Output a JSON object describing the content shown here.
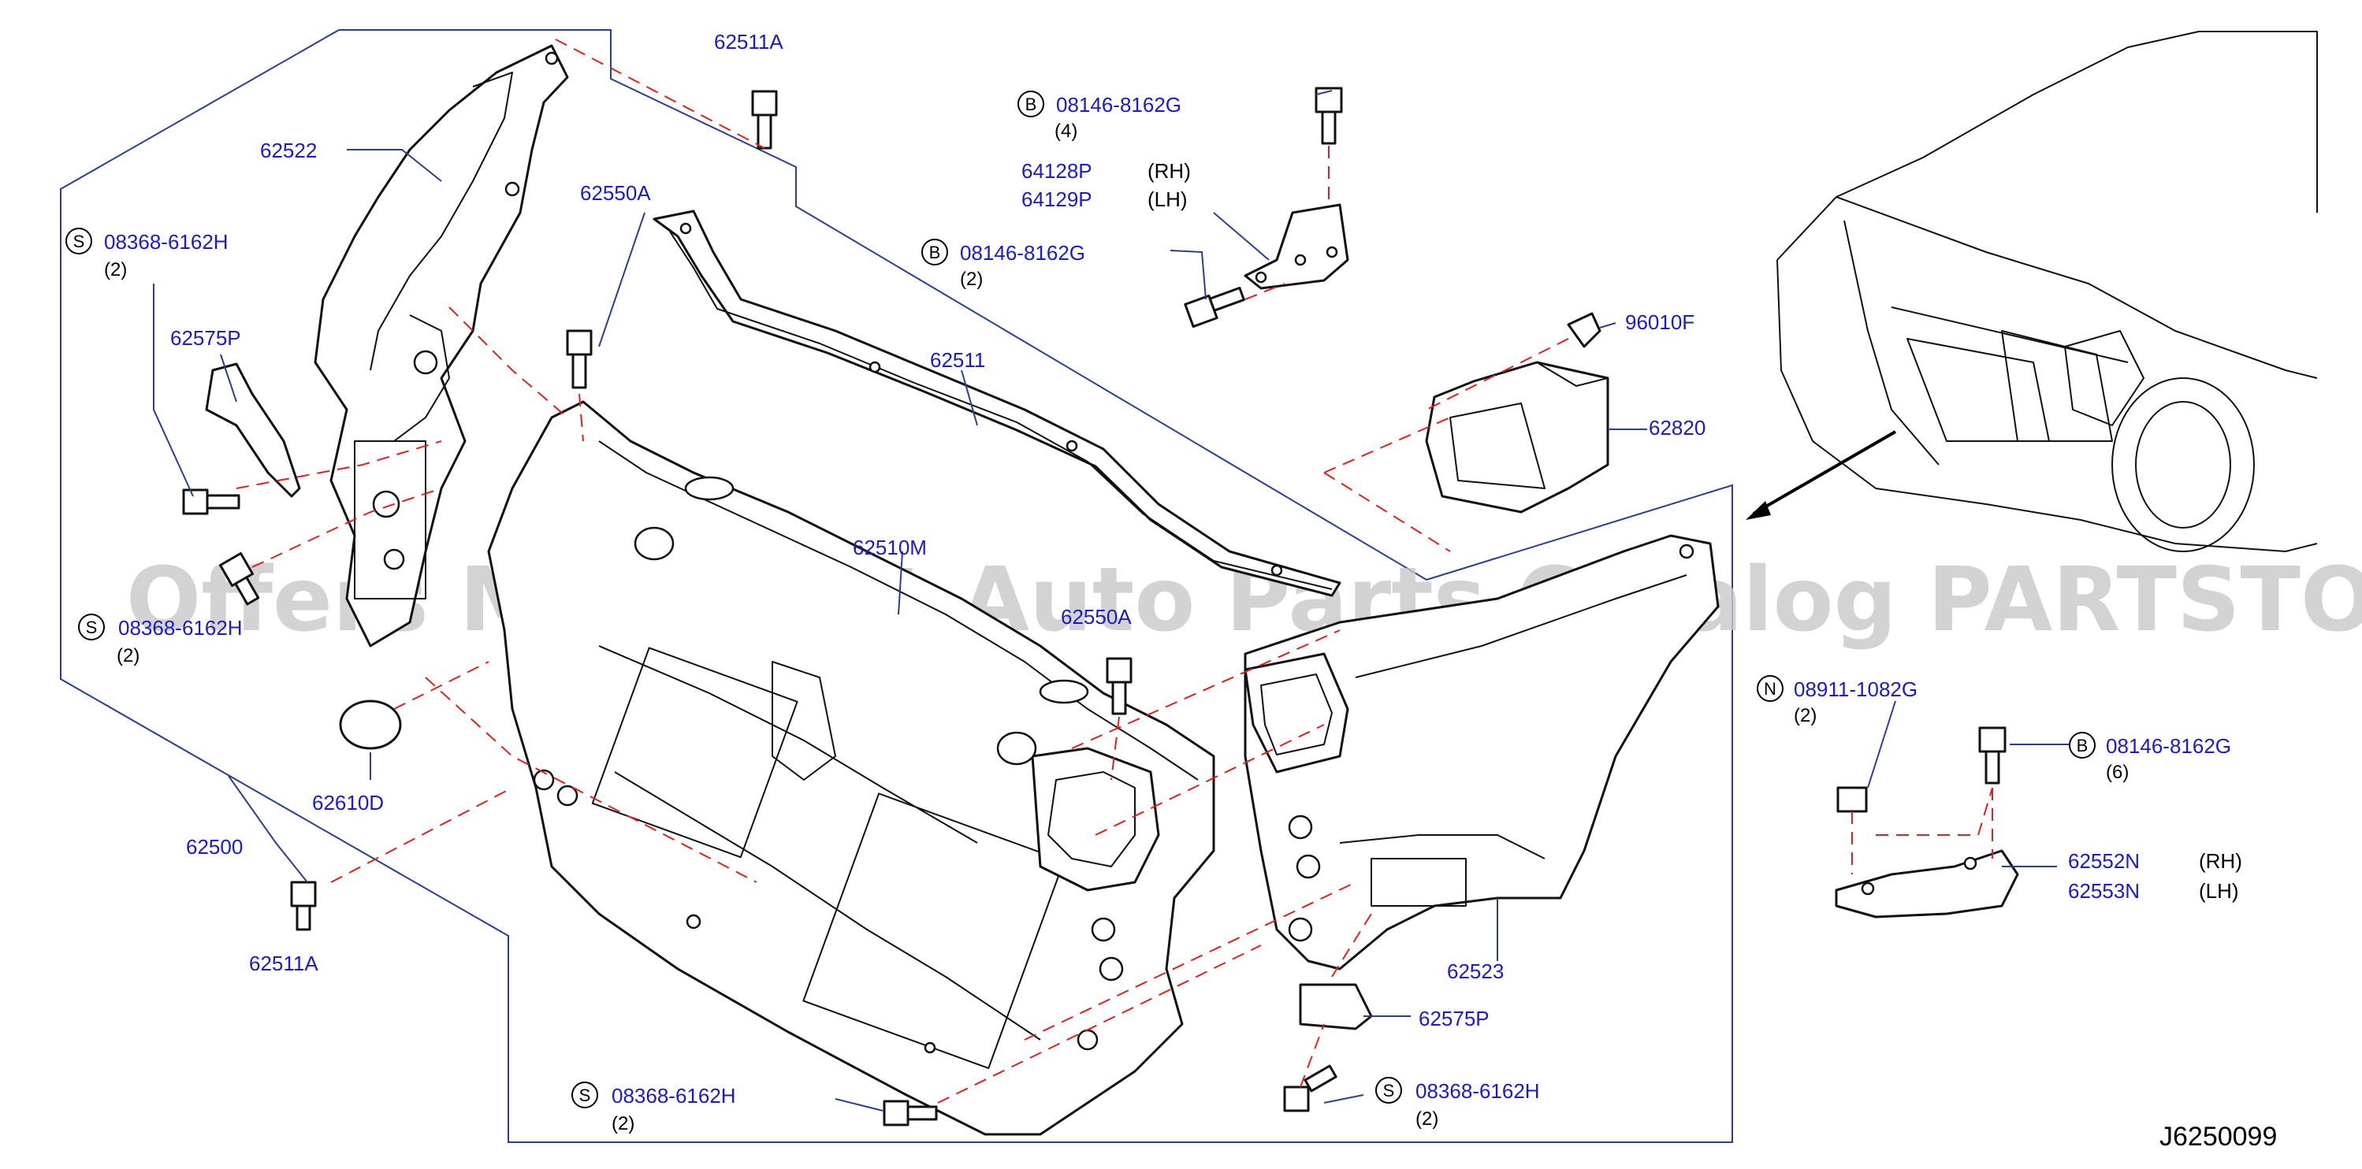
{
  "diagram": {
    "code": "J6250099",
    "watermark": "Offers Merchant Auto Parts Catalog PARTSTORE.SA",
    "labels": {
      "p62511A_top": "62511A",
      "p62522": "62522",
      "p62550A": "62550A",
      "s08368_a": "08368-6162H",
      "s08368_a_qty": "(2)",
      "p62575P_left": "62575P",
      "s08368_b": "08368-6162H",
      "s08368_b_qty": "(2)",
      "p62610D": "62610D",
      "p62500": "62500",
      "p62511A_bottom": "62511A",
      "b08146_top": "08146-8162G",
      "b08146_top_qty": "(4)",
      "p64128P": "64128P",
      "p64128P_side": "(RH)",
      "p64129P": "64129P",
      "p64129P_side": "(LH)",
      "b08146_mid": "08146-8162G",
      "b08146_mid_qty": "(2)",
      "p62511": "62511",
      "p96010F": "96010F",
      "p62820": "62820",
      "p62510M": "62510M",
      "p62550_mid": "62550A",
      "n08911": "08911-1082G",
      "n08911_qty": "(2)",
      "b08146_right": "08146-8162G",
      "b08146_right_qty": "(6)",
      "p62552N": "62552N",
      "p62552N_side": "(RH)",
      "p62553N": "62553N",
      "p62553N_side": "(LH)",
      "p62523": "62523",
      "p62575P_right": "62575P",
      "s08368_c": "08368-6162H",
      "s08368_c_qty": "(2)",
      "s08368_d": "08368-6162H",
      "s08368_d_qty": "(2)"
    },
    "symbols": {
      "s": "S",
      "b": "B",
      "n": "N"
    },
    "colors": {
      "part_number": "#1a1acc",
      "leader": "#2a3f8f",
      "dashed_guide": "#e02020",
      "outline": "#111111"
    }
  }
}
